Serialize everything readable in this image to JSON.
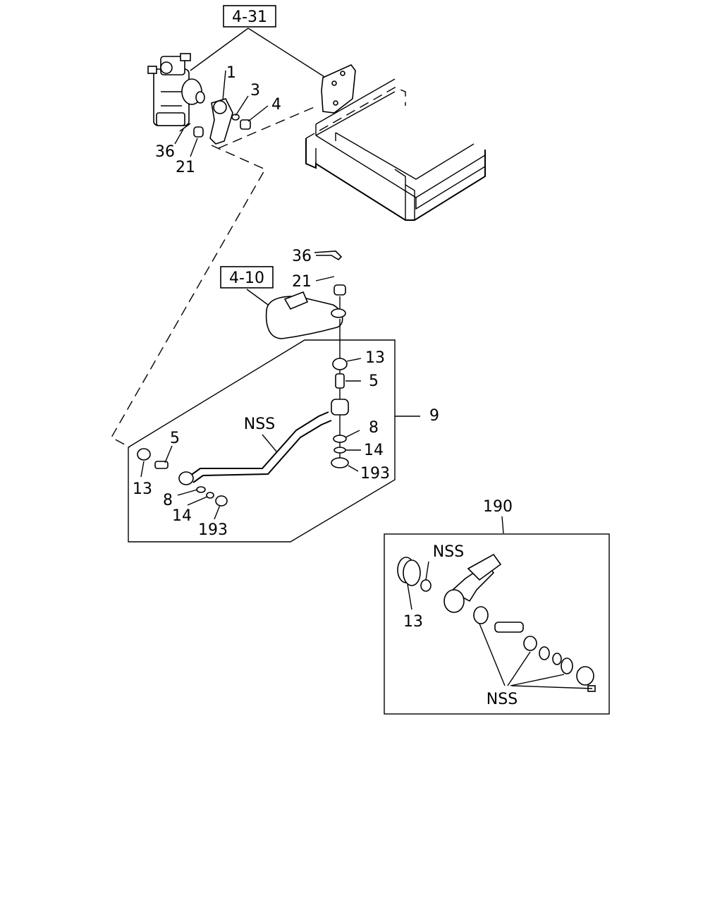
{
  "refs": {
    "ref_4_31": "4-31",
    "ref_4_10": "4-10"
  },
  "callouts": {
    "c1": "1",
    "c3": "3",
    "c4": "4",
    "c36_top": "36",
    "c21_top": "21",
    "c36_mid": "36",
    "c21_mid": "21",
    "c13_right": "13",
    "c5_right": "5",
    "c9": "9",
    "c8_right": "8",
    "c14_right": "14",
    "c193_right": "193",
    "nss_rod": "NSS",
    "c5_left": "5",
    "c13_left": "13",
    "c8_left": "8",
    "c14_left": "14",
    "c193_left": "193",
    "c190": "190",
    "nss_kit_top": "NSS",
    "c13_kit": "13",
    "nss_kit_bottom": "NSS"
  }
}
